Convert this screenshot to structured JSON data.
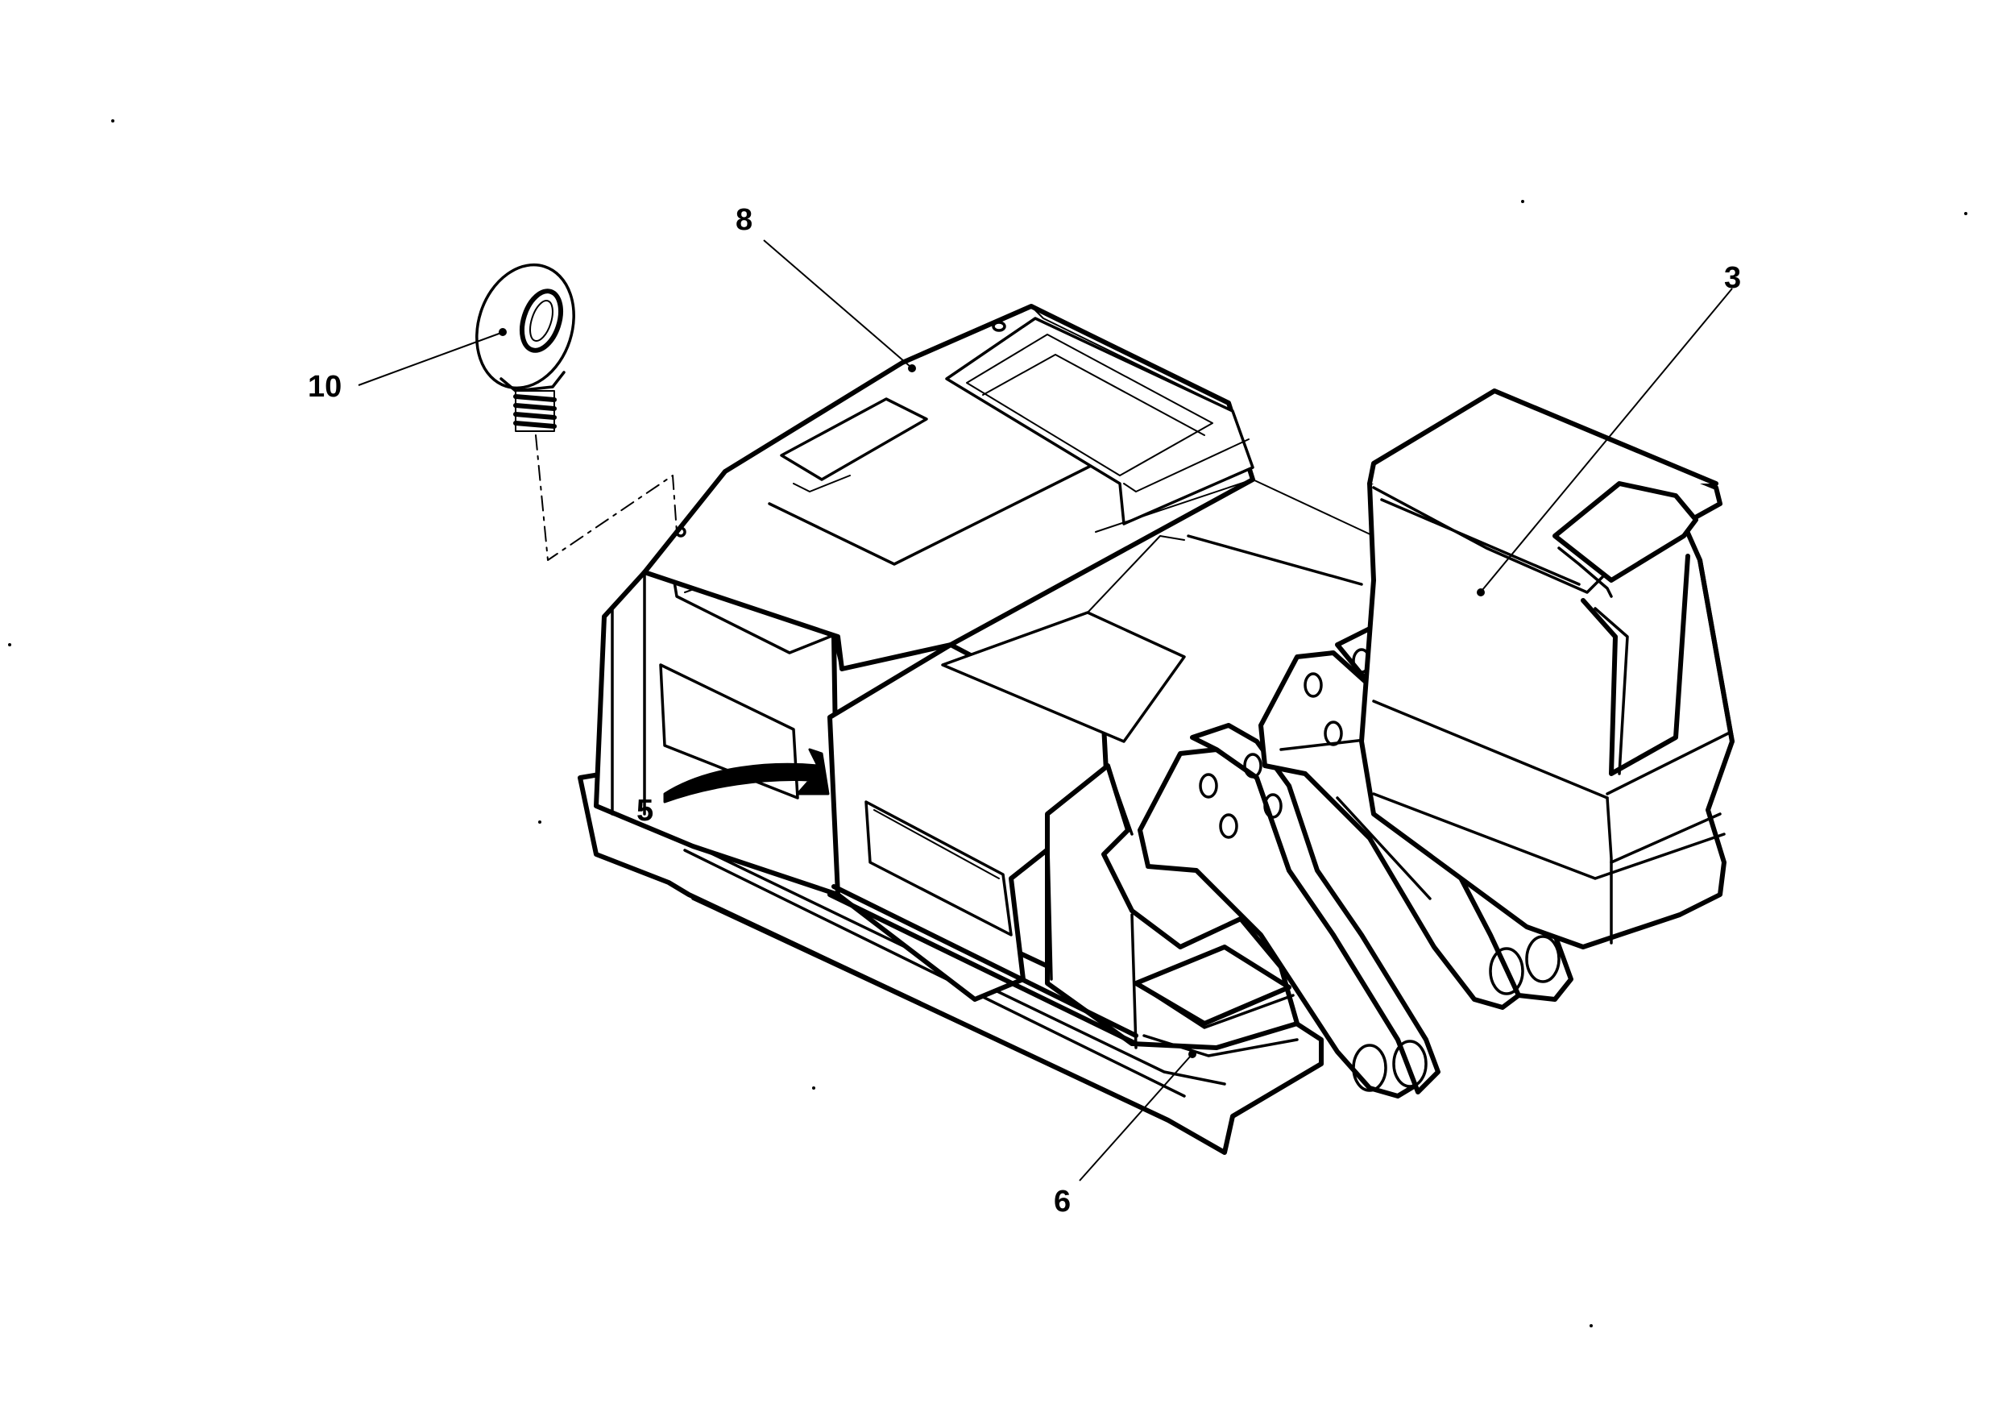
{
  "diagram": {
    "callouts": [
      {
        "id": "10",
        "label": "10"
      },
      {
        "id": "8",
        "label": "8"
      },
      {
        "id": "3",
        "label": "3"
      },
      {
        "id": "5",
        "label": "5"
      },
      {
        "id": "6",
        "label": "6"
      }
    ],
    "ink_color": "#000000",
    "background": "#ffffff"
  }
}
